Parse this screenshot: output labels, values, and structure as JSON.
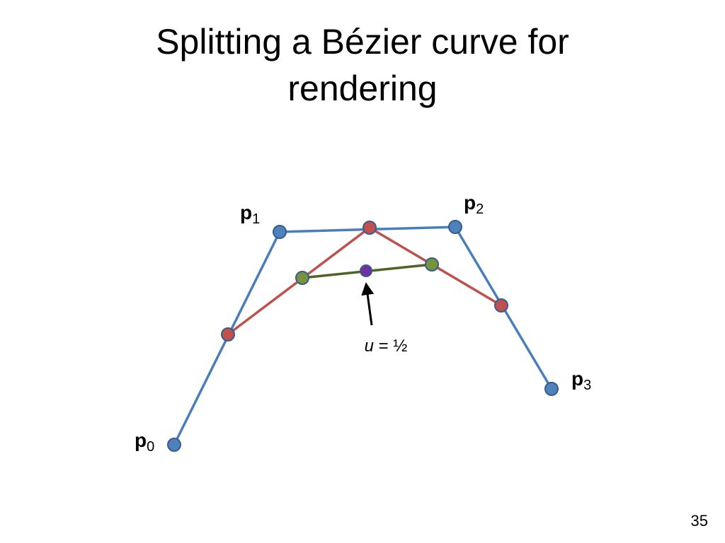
{
  "slide": {
    "title_line1": "Splitting a Bézier curve for",
    "title_line2": "rendering",
    "page_number": "35"
  },
  "diagram": {
    "colors": {
      "control_polygon": "#4a7ebb",
      "control_point_fill": "#4f81bd",
      "level1": "#c0504d",
      "level2": "#4f6228",
      "level2_point_fill": "#77933c",
      "split_point_fill": "#7030a0",
      "point_outline": "#385d8a"
    },
    "labels": {
      "p0": {
        "base": "p",
        "sub": "0"
      },
      "p1": {
        "base": "p",
        "sub": "1"
      },
      "p2": {
        "base": "p",
        "sub": "2"
      },
      "p3": {
        "base": "p",
        "sub": "3"
      }
    },
    "annotation": {
      "variable": "u",
      "rest": " = ½"
    }
  }
}
